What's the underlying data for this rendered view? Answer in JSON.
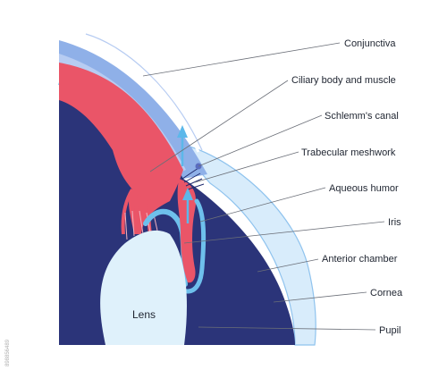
{
  "labels": {
    "conjunctiva": "Conjunctiva",
    "ciliary_body": "Ciliary body and muscle",
    "schlemms_canal": "Schlemm's canal",
    "trabecular_meshwork": "Trabecular meshwork",
    "aqueous_humor": "Aqueous humor",
    "iris": "Iris",
    "anterior_chamber": "Anterior chamber",
    "cornea": "Cornea",
    "pupil": "Pupil",
    "lens": "Lens"
  },
  "watermark_id": "898856489",
  "colors": {
    "sclera_outer": "#8fb0e8",
    "sclera_inner": "#b7ccf2",
    "conjunctiva": "#ffffff",
    "interior": "#2b3479",
    "ciliary_body": "#ea5568",
    "aqueous_channel": "#6ec0ec",
    "cornea": "#d8ecfb",
    "lens": "#dff1fb",
    "arrow": "#5cb8ea"
  }
}
